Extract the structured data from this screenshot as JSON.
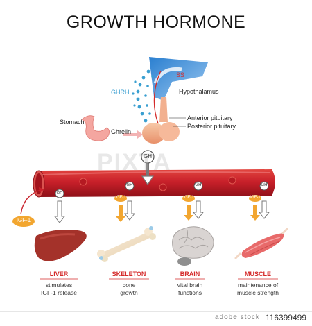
{
  "title": "GROWTH HORMONE",
  "labels": {
    "ss": "SS",
    "ghrh": "GHRH",
    "hypothalamus": "Hypothalamus",
    "stomach": "Stomach",
    "ghrelin": "Ghrelin",
    "anterior_pituitary": "Anterior pituitary",
    "posterior_pituitary": "Posterior pituitary",
    "gh_main": "GH",
    "gh_small": "GH",
    "igf_small": "IGF-1",
    "igf_liver": "IGF-1"
  },
  "organs": [
    {
      "name": "LIVER",
      "desc1": "stimulates",
      "desc2": "IGF-1 release"
    },
    {
      "name": "SKELETON",
      "desc1": "bone",
      "desc2": "growth"
    },
    {
      "name": "BRAIN",
      "desc1": "vital brain",
      "desc2": "functions"
    },
    {
      "name": "MUSCLE",
      "desc1": "maintenance of",
      "desc2": "muscle strength"
    }
  ],
  "watermark": "PIXTA",
  "footer": {
    "logo": "adobe stock",
    "id": "116399499"
  },
  "colors": {
    "artery": "#c8202a",
    "artery_dark": "#8e1018",
    "igf": "#f2a630",
    "hormone_dots": "#3a9fd1",
    "organ_label": "#d42a2a"
  }
}
